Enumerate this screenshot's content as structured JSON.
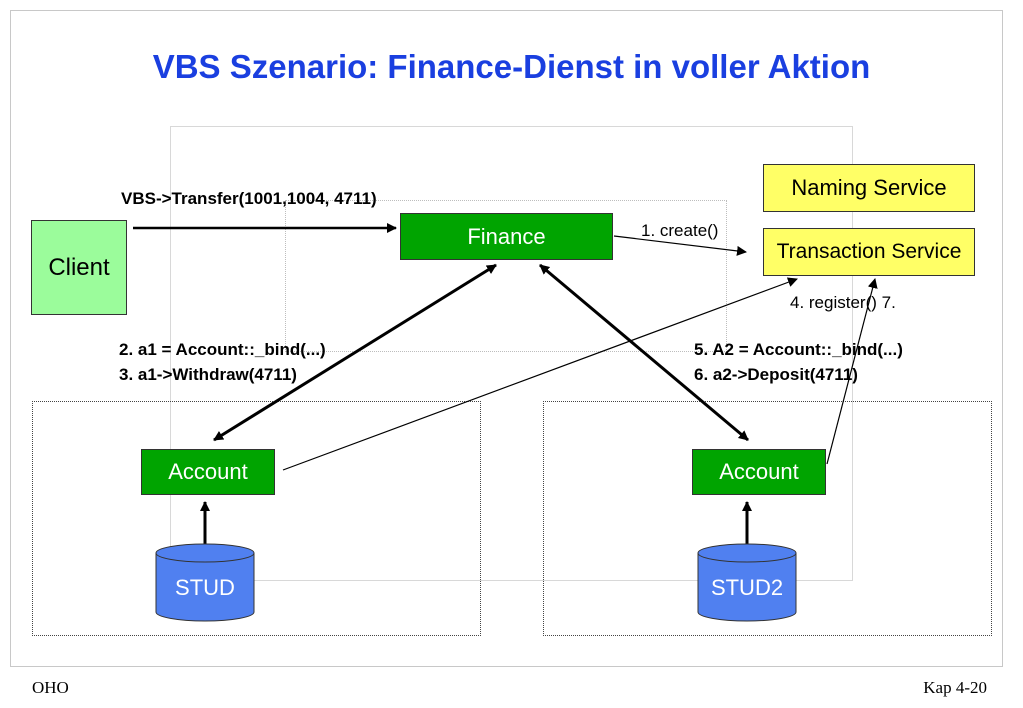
{
  "title": "VBS Szenario: Finance-Dienst in voller Aktion",
  "nodes": {
    "client": "Client",
    "finance": "Finance",
    "naming_service": "Naming Service",
    "transaction_service": "Transaction Service",
    "account_left": "Account",
    "account_right": "Account",
    "db_left": "STUD",
    "db_right": "STUD2"
  },
  "labels": {
    "transfer_call": "VBS->Transfer(1001,1004, 4711)",
    "create_call": "1. create()",
    "register_call": "4. register()  7.",
    "left_step_2": "2. a1 = Account::_bind(...)",
    "left_step_3": "3. a1->Withdraw(4711)",
    "right_step_5": "5. A2 = Account::_bind(...)",
    "right_step_6": "6. a2->Deposit(4711)"
  },
  "footer": {
    "left": "OHO",
    "right": "Kap 4-20"
  },
  "colors": {
    "title": "#1a3fe0",
    "service_green": "#00a400",
    "client_green": "#9bfc9b",
    "service_yellow": "#ffff66",
    "database_blue": "#5080f0"
  }
}
